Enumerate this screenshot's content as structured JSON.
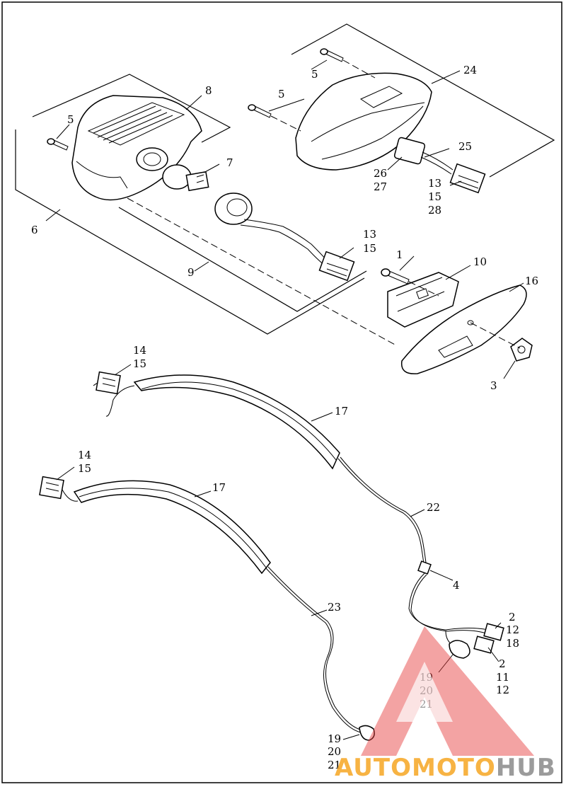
{
  "diagram": {
    "callouts": {
      "c1": "1",
      "c2a": "2",
      "c12a": "12",
      "c18": "18",
      "c2b": "2",
      "c11": "11",
      "c12b": "12",
      "c3": "3",
      "c4": "4",
      "c5a": "5",
      "c5b": "5",
      "c5c": "5",
      "c6": "6",
      "c7": "7",
      "c8": "8",
      "c9": "9",
      "c10": "10",
      "c13a": "13",
      "c15a": "15",
      "c13b": "13",
      "c15b": "15",
      "c28": "28",
      "c14a": "14",
      "c15c": "15",
      "c14b": "14",
      "c15d": "15",
      "c16": "16",
      "c17a": "17",
      "c17b": "17",
      "c19a": "19",
      "c20a": "20",
      "c21a": "21",
      "c19b": "19",
      "c20b": "20",
      "c21b": "21",
      "c22": "22",
      "c23": "23",
      "c24": "24",
      "c25": "25",
      "c26": "26",
      "c27": "27"
    }
  },
  "watermark": {
    "part1": "AUTO",
    "part2": "MOTO",
    "part3": "HUB",
    "colors": {
      "red": "#e63b3b",
      "orange": "#f6a623",
      "gray": "#8a8a8a"
    }
  }
}
